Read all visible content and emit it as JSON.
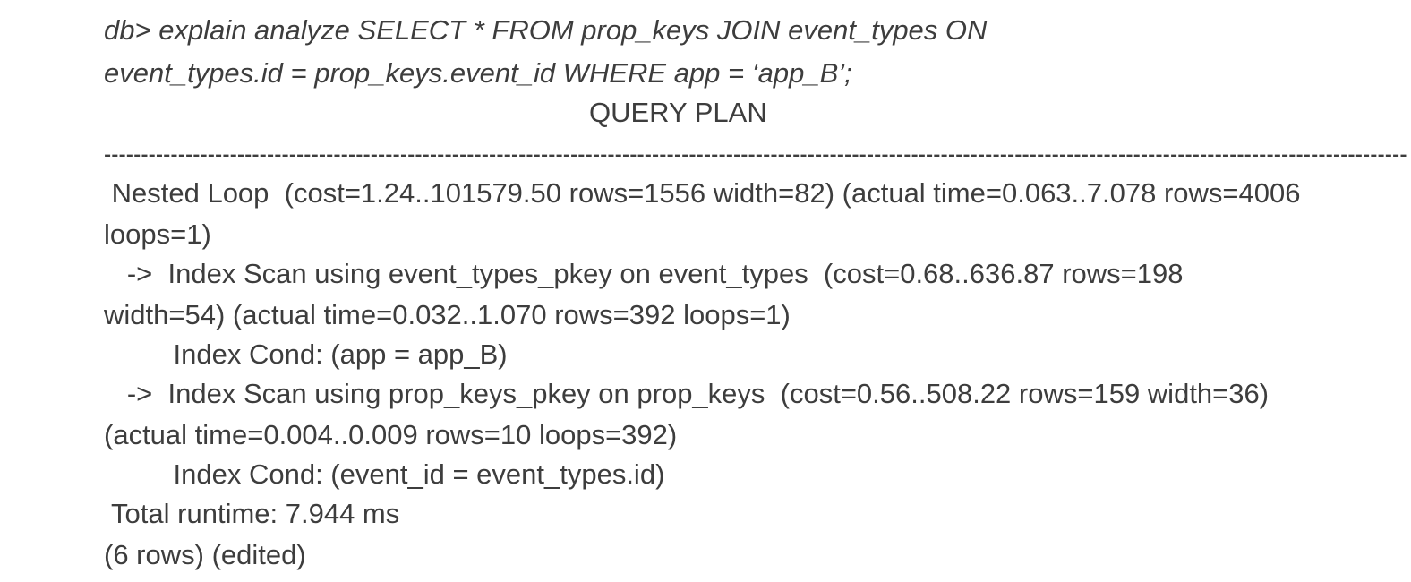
{
  "query": {
    "line1": "db> explain analyze SELECT * FROM prop_keys JOIN event_types ON",
    "line2": "event_types.id = prop_keys.event_id WHERE app = ‘app_B’;"
  },
  "plan": {
    "title": "QUERY PLAN",
    "divider": "--------------------------------------------------------------------------------------------------------------------------------------------------------------------------------",
    "lines": [
      " Nested Loop  (cost=1.24..101579.50 rows=1556 width=82) (actual time=0.063..7.078 rows=4006",
      "loops=1)",
      "   ->  Index Scan using event_types_pkey on event_types  (cost=0.68..636.87 rows=198",
      "width=54) (actual time=0.032..1.070 rows=392 loops=1)",
      "         Index Cond: (app = app_B)",
      "   ->  Index Scan using prop_keys_pkey on prop_keys  (cost=0.56..508.22 rows=159 width=36)",
      "(actual time=0.004..0.009 rows=10 loops=392)",
      "         Index Cond: (event_id = event_types.id)",
      " Total runtime: 7.944 ms",
      "(6 rows) (edited)"
    ]
  }
}
